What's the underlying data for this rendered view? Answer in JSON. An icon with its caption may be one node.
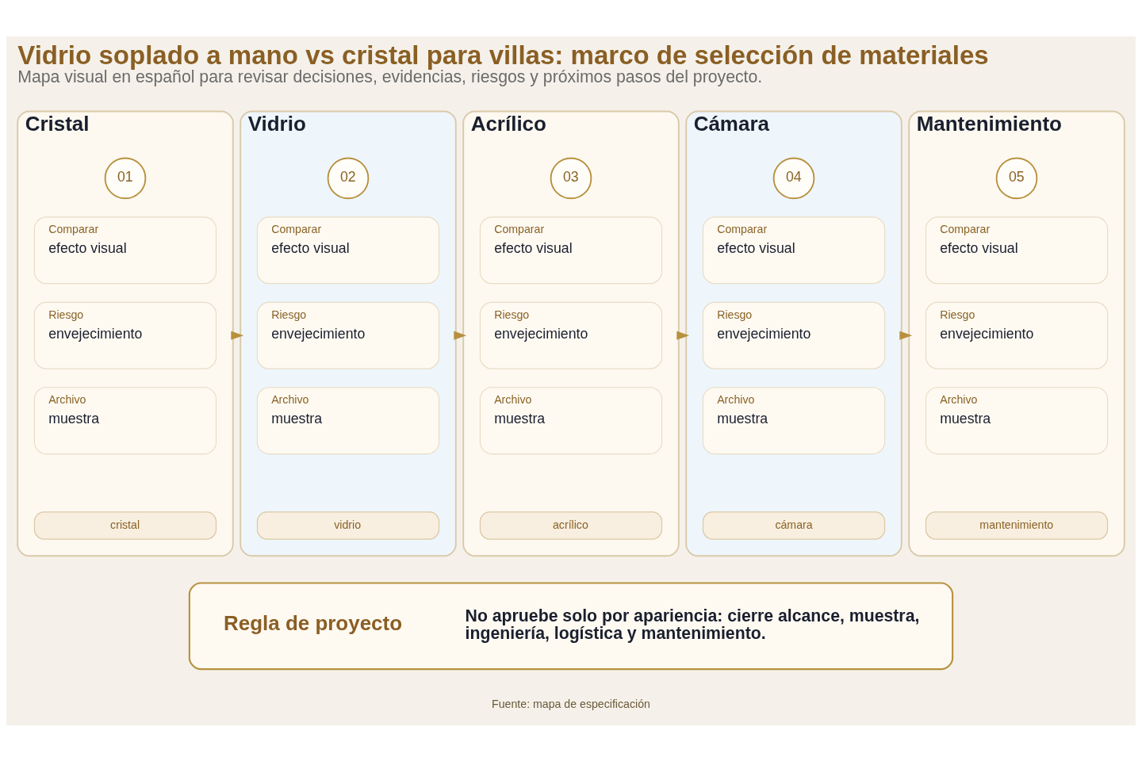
{
  "diagram": {
    "title": "Vidrio soplado a mano vs cristal para villas: marco de selección de materiales",
    "caption": "Mapa visual en español para revisar decisiones, evidencias, riesgos y próximos pasos del proyecto.",
    "nodes": [
      {
        "text": [
          "Cristal"
        ]
      },
      {
        "text": [
          "01"
        ],
        "in": 0
      },
      {
        "text": [
          "Comparar",
          "efecto visual"
        ],
        "in": 0
      },
      {
        "text": [
          "Riesgo",
          "envejecimiento"
        ],
        "in": 0
      },
      {
        "text": [
          "Archivo",
          "muestra"
        ],
        "in": 0
      },
      {
        "text": [
          "cristal"
        ],
        "in": 0
      },
      {
        "text": [
          "Vidrio"
        ]
      },
      {
        "text": [
          "02"
        ],
        "in": 6
      },
      {
        "text": [
          "Comparar",
          "efecto visual"
        ],
        "in": 6
      },
      {
        "text": [
          "Riesgo",
          "envejecimiento"
        ],
        "in": 6
      },
      {
        "text": [
          "Archivo",
          "muestra"
        ],
        "in": 6
      },
      {
        "text": [
          "vidrio"
        ],
        "in": 6
      },
      {
        "text": [
          "Acrílico"
        ]
      },
      {
        "text": [
          "03"
        ],
        "in": 12
      },
      {
        "text": [
          "Comparar",
          "efecto visual"
        ],
        "in": 12
      },
      {
        "text": [
          "Riesgo",
          "envejecimiento"
        ],
        "in": 12
      },
      {
        "text": [
          "Archivo",
          "muestra"
        ],
        "in": 12
      },
      {
        "text": [
          "acrílico"
        ],
        "in": 12
      },
      {
        "text": [
          "Cámara"
        ]
      },
      {
        "text": [
          "04"
        ],
        "in": 18
      },
      {
        "text": [
          "Comparar",
          "efecto visual"
        ],
        "in": 18
      },
      {
        "text": [
          "Riesgo",
          "envejecimiento"
        ],
        "in": 18
      },
      {
        "text": [
          "Archivo",
          "muestra"
        ],
        "in": 18
      },
      {
        "text": [
          "cámara"
        ],
        "in": 18
      },
      {
        "text": [
          "Mantenimiento"
        ]
      },
      {
        "text": [
          "05"
        ],
        "in": 24
      },
      {
        "text": [
          "Comparar",
          "efecto visual"
        ],
        "in": 24
      },
      {
        "text": [
          "Riesgo",
          "envejecimiento"
        ],
        "in": 24
      },
      {
        "text": [
          "Archivo",
          "muestra"
        ],
        "in": 24
      },
      {
        "text": [
          "mantenimiento"
        ],
        "in": 24
      },
      {
        "text": [
          "Regla de proyecto",
          "No apruebe solo por apariencia: cierre alcance, muestra, ingeniería, logística y mantenimiento."
        ]
      }
    ],
    "edges": [
      {
        "from": 0,
        "to": 6,
        "arrow": "to"
      },
      {
        "from": 6,
        "to": 12,
        "arrow": "to"
      },
      {
        "from": 12,
        "to": 18,
        "arrow": "to"
      },
      {
        "from": 18,
        "to": 24,
        "arrow": "to"
      }
    ],
    "labels": [
      "Fuente: mapa de especificación"
    ]
  }
}
